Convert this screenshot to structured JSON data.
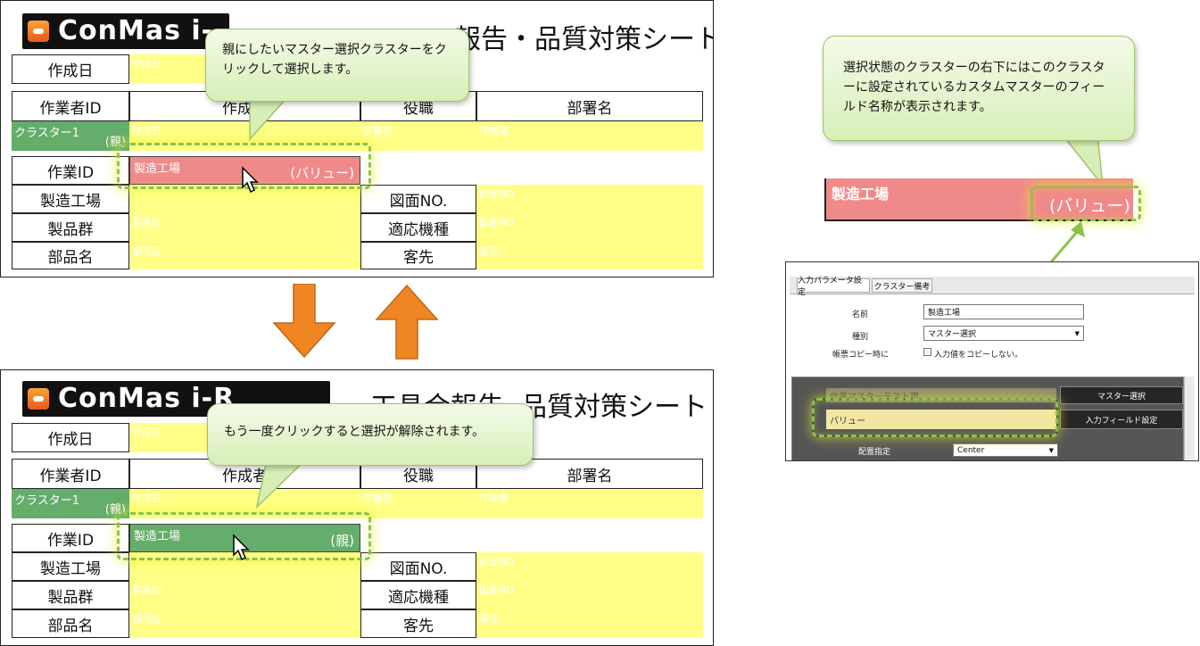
{
  "form_title": "報告・品質対策シート",
  "form_title_bottom": "品質対策シート",
  "form_title_bottom_partial": "工具合報告",
  "logo_text": "ConMas i-R",
  "labels": {
    "created_date": "作成日",
    "worker_id": "作業者ID",
    "creator": "作成者",
    "position": "役職",
    "department": "部署名",
    "work_id": "作業ID",
    "factory": "製造工場",
    "drawing_no": "図面NO.",
    "product_group": "製品群",
    "model": "適応機種",
    "part_name": "部品名",
    "customer": "客先"
  },
  "placeholders": {
    "created_date": "作成日",
    "created_date2": "作成日",
    "position": "部署名",
    "creator": "作成者",
    "drawing_no": "図面NO",
    "model": "図面NO",
    "product_group": "製品群",
    "part_name": "部品名",
    "customer": "客先"
  },
  "cluster": {
    "name": "クラスター1",
    "parent": "(親)"
  },
  "selected_cell": {
    "name": "製造工場",
    "suffix_value": "(バリュー)",
    "suffix_parent": "(親)"
  },
  "bubbles": {
    "top": "親にしたいマスター選択クラスターをクリックして選択します。",
    "bottom": "もう一度クリックすると選択が解除されます。",
    "right": "選択状態のクラスターの右下にはこのクラスターに設定されているカスタムマスターのフィールド名称が表示されます。"
  },
  "zoom_cell": {
    "name": "製造工場",
    "suffix": "(バリュー)"
  },
  "panel": {
    "tabs": [
      "入力パラメータ設定",
      "クラスター備考"
    ],
    "name_label": "名前",
    "name_value": "製造工場",
    "type_label": "種別",
    "type_value": "マスター選択",
    "copy_label": "帳票コピー時に",
    "copy_checkbox": "入力値をコピーしない。",
    "master_field": "作業マスターテスト用",
    "value_field": "バリュー",
    "master_button": "マスター選択",
    "input_field_button": "入力フィールド設定",
    "align_label": "配置指定",
    "align_value": "Center"
  },
  "colors": {
    "cluster_green": "#64ad6a",
    "selected_red": "#f08a8a",
    "input_yellow": "#ffff88",
    "arrow_orange": "#ef8622",
    "highlight_green": "#8bc34a"
  }
}
